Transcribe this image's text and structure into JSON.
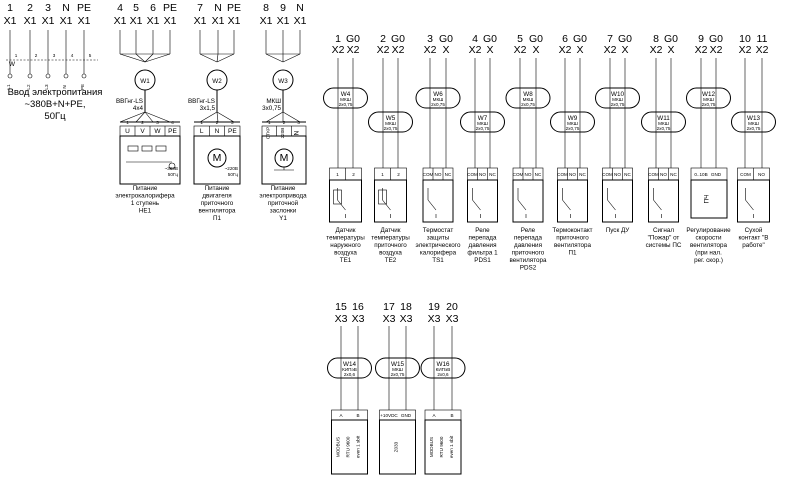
{
  "power_supply": {
    "terminals": [
      {
        "num": "1",
        "block": "X1"
      },
      {
        "num": "2",
        "block": "X1"
      },
      {
        "num": "3",
        "block": "X1"
      },
      {
        "num": "N",
        "block": "X1"
      },
      {
        "num": "PE",
        "block": "X1"
      }
    ],
    "wire_label": "W",
    "conductors": [
      "L1",
      "L2",
      "L3",
      "N",
      "PE"
    ],
    "conductor_nums": [
      "1",
      "2",
      "3",
      "4",
      "5"
    ],
    "caption": [
      "Ввод электропитания",
      "~380В+N+PE,",
      "50Гц"
    ]
  },
  "consumers": [
    {
      "id": "heater",
      "terminals": [
        [
          "4",
          "X1"
        ],
        [
          "5",
          "X1"
        ],
        [
          "6",
          "X1"
        ],
        [
          "PE",
          "X1"
        ]
      ],
      "cable_id": "W1",
      "cable_type": "ВВГнг-LS",
      "cable_size": "4x4",
      "device_pins": [
        "U",
        "V",
        "W",
        "PE"
      ],
      "device_pin_nums": [
        "1",
        "2",
        "3",
        "4"
      ],
      "device_note": [
        "~380В",
        "50Гц"
      ],
      "caption": [
        "Питание",
        "электрокалорифера",
        "1 ступень",
        "НЕ1"
      ]
    },
    {
      "id": "fan",
      "terminals": [
        [
          "7",
          "X1"
        ],
        [
          "N",
          "X1"
        ],
        [
          "PE",
          "X1"
        ]
      ],
      "cable_id": "W2",
      "cable_type": "ВВГнг-LS",
      "cable_size": "3х1,5",
      "device_pins": [
        "L",
        "N",
        "PE"
      ],
      "device_pin_nums": [
        "1",
        "2",
        "3"
      ],
      "motor_symbol": "M",
      "device_note": [
        "~220В",
        "50Гц"
      ],
      "caption": [
        "Питание",
        "двигателя",
        "приточного",
        "вентилятора",
        "П1"
      ]
    },
    {
      "id": "damper",
      "terminals": [
        [
          "8",
          "X1"
        ],
        [
          "9",
          "X1"
        ],
        [
          "N",
          "X1"
        ]
      ],
      "cable_id": "W3",
      "cable_type": "МКШ",
      "cable_size": "3х0,75",
      "device_pins": [
        "OTKP",
        "220B",
        "N"
      ],
      "device_pin_nums": [
        "1",
        "2",
        "3"
      ],
      "motor_symbol": "M",
      "caption": [
        "Питание",
        "электропривода",
        "приточной",
        "заслонки",
        "Y1"
      ]
    }
  ],
  "signals": [
    {
      "t1": "1",
      "t2": "G0",
      "b1": "X2",
      "b2": "X2",
      "cable": "W4",
      "type": "МКШ",
      "size": "2х0,75",
      "pins": [
        "1",
        "2"
      ],
      "caption": [
        "Датчик",
        "температуры",
        "наружного",
        "воздуха",
        "TE1"
      ]
    },
    {
      "t1": "2",
      "t2": "G0",
      "b1": "X2",
      "b2": "X2",
      "cable": "W5",
      "type": "МКШ",
      "size": "2х0,75",
      "pins": [
        "1",
        "2"
      ],
      "caption": [
        "Датчик",
        "температуры",
        "приточного",
        "воздуха",
        "TE2"
      ]
    },
    {
      "t1": "3",
      "t2": "G0",
      "b1": "X2",
      "b2": "X",
      "cable": "W6",
      "type": "МКШ",
      "size": "2х0,75",
      "pins": [
        "COM",
        "NO",
        "NC"
      ],
      "caption": [
        "Термостат",
        "защиты",
        "электрического",
        "калорифера",
        "TS1"
      ]
    },
    {
      "t1": "4",
      "t2": "G0",
      "b1": "X2",
      "b2": "X",
      "cable": "W7",
      "type": "МКШ",
      "size": "2х0,75",
      "pins": [
        "COM",
        "NO",
        "NC"
      ],
      "caption": [
        "Реле",
        "перепада",
        "давления",
        "фильтра 1",
        "PDS1"
      ]
    },
    {
      "t1": "5",
      "t2": "G0",
      "b1": "X2",
      "b2": "X",
      "cable": "W8",
      "type": "МКШ",
      "size": "2х0,75",
      "pins": [
        "COM",
        "NO",
        "NC"
      ],
      "caption": [
        "Реле",
        "перепада",
        "давления",
        "приточного",
        "вентилятора",
        "PDS2"
      ]
    },
    {
      "t1": "6",
      "t2": "G0",
      "b1": "X2",
      "b2": "X",
      "cable": "W9",
      "type": "МКШ",
      "size": "2х0,75",
      "pins": [
        "COM",
        "NO",
        "NC"
      ],
      "caption": [
        "Термоконтакт",
        "приточного",
        "вентилятора",
        "П1"
      ]
    },
    {
      "t1": "7",
      "t2": "G0",
      "b1": "X2",
      "b2": "X",
      "cable": "W10",
      "type": "МКШ",
      "size": "2х0,75",
      "pins": [
        "COM",
        "NO",
        "NC"
      ],
      "caption": [
        "Пуск ДУ"
      ]
    },
    {
      "t1": "8",
      "t2": "G0",
      "b1": "X2",
      "b2": "X",
      "cable": "W11",
      "type": "МКШ",
      "size": "2х0,75",
      "pins": [
        "COM",
        "NO",
        "NC"
      ],
      "caption": [
        "Сигнал",
        "\"Пожар\" от",
        "системы ПС"
      ]
    },
    {
      "t1": "9",
      "t2": "G0",
      "b1": "X2",
      "b2": "X2",
      "cable": "W12",
      "type": "МКШ",
      "size": "2х0,75",
      "pins": [
        "0..10B",
        "GND"
      ],
      "device_label": "ПЧ",
      "caption": [
        "Регулирование",
        "скорости",
        "вентилятора",
        "(при нал.",
        "рег. скор.)"
      ]
    },
    {
      "t1": "10",
      "t2": "11",
      "b1": "X2",
      "b2": "X2",
      "cable": "W13",
      "type": "МКШ",
      "size": "2х0,75",
      "pins": [
        "COM",
        "NO"
      ],
      "caption": [
        "Сухой",
        "контакт \"В",
        "работе\""
      ]
    }
  ],
  "bus": [
    {
      "t1": "15",
      "t2": "16",
      "b1": "X3",
      "b2": "X3",
      "cable": "W14",
      "type": "КИПэВ",
      "size": "2х0,6",
      "pins": [
        "A",
        "B"
      ],
      "device_lines": [
        "MODBUS",
        "RTU 9600",
        "even 1 sbit"
      ]
    },
    {
      "t1": "17",
      "t2": "18",
      "b1": "X3",
      "b2": "X3",
      "cable": "W15",
      "type": "МКШ",
      "size": "2х0,75",
      "pins": [
        "+10VDC",
        "GND"
      ],
      "device_lines": [
        "Z033"
      ]
    },
    {
      "t1": "19",
      "t2": "20",
      "b1": "X3",
      "b2": "X3",
      "cable": "W16",
      "type": "КИПэВ",
      "size": "2х0,6",
      "pins": [
        "A",
        "B"
      ],
      "device_lines": [
        "MODBUS",
        "RTU 9600",
        "even 1 sbit"
      ]
    }
  ]
}
